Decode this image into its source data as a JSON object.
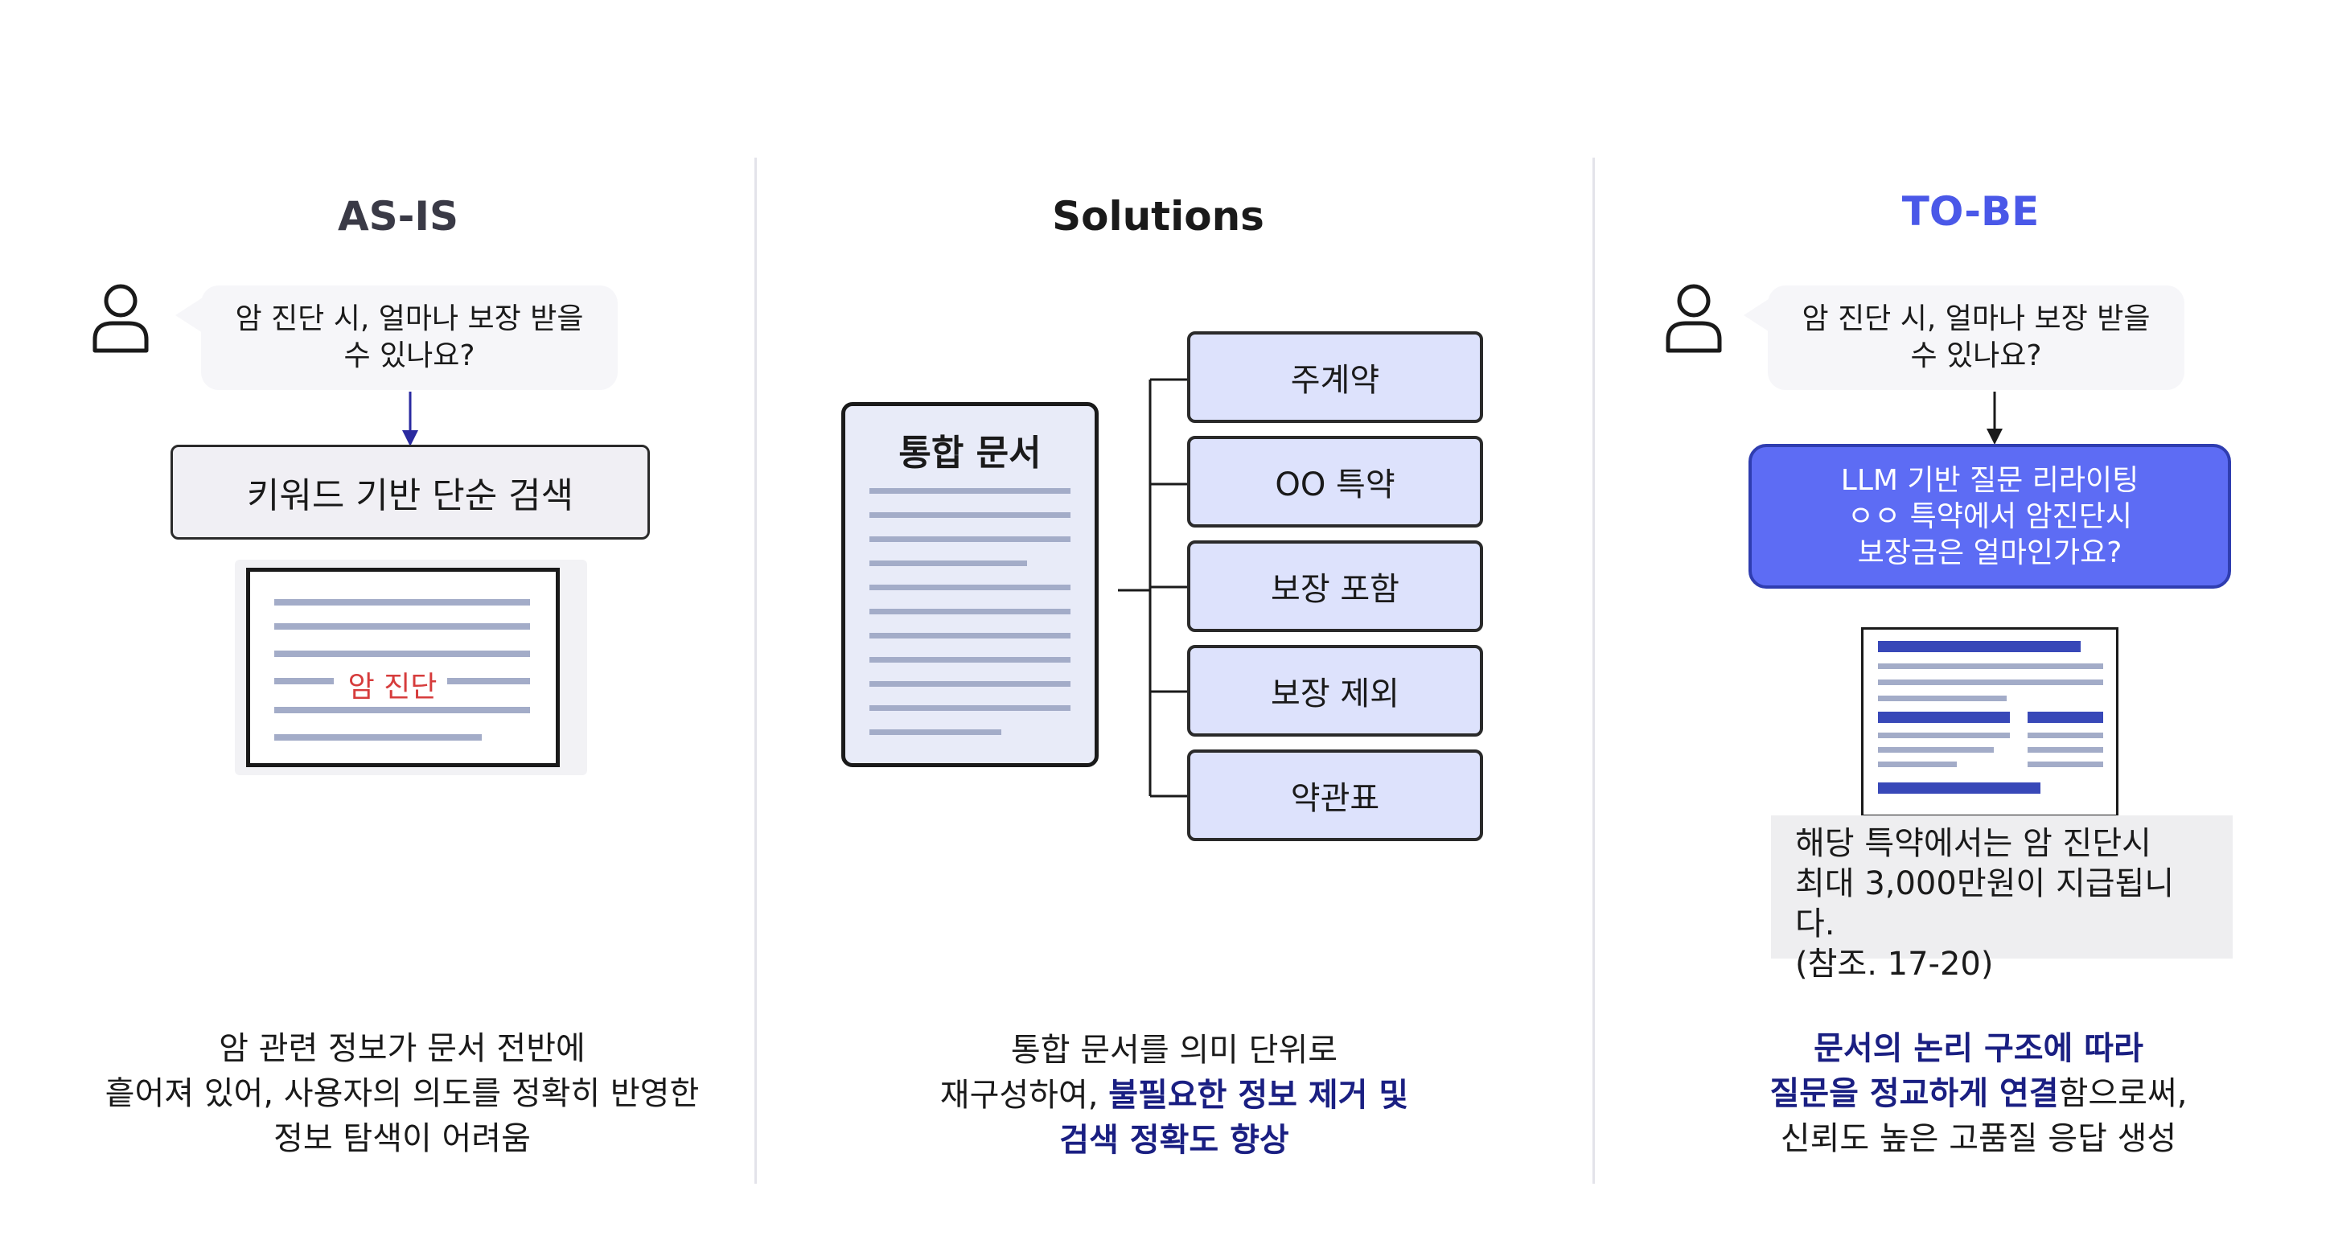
{
  "columns": {
    "asis": {
      "title": "AS-IS",
      "question_line1": "암 진단 시, 얼마나 보장 받을",
      "question_line2": "수 있나요?",
      "keyword_search": "키워드 기반 단순 검색",
      "highlight": "암 진단",
      "desc_line1": "암 관련 정보가 문서 전반에",
      "desc_line2": "흩어져 있어, 사용자의 의도를 정확히 반영한",
      "desc_line3": "정보 탐색이 어려움"
    },
    "solutions": {
      "title": "Solutions",
      "doc_title": "통합 문서",
      "chips": [
        "주계약",
        "OO 특약",
        "보장 포함",
        "보장 제외",
        "약관표"
      ],
      "desc_line1": "통합 문서를 의미 단위로",
      "desc_line2_plain": "재구성하여, ",
      "desc_line2_strong": "불필요한 정보 제거 및",
      "desc_line3_strong": "검색 정확도 향상"
    },
    "tobe": {
      "title": "TO-BE",
      "question_line1": "암 진단 시, 얼마나 보장 받을",
      "question_line2": "수 있나요?",
      "llm_line1": "LLM 기반 질문 리라이팅",
      "llm_line2": "ㅇㅇ 특약에서 암진단시",
      "llm_line3": "보장금은 얼마인가요?",
      "answer_line1": "해당 특약에서는 암 진단시",
      "answer_line2": "최대 3,000만원이 지급됩니다.",
      "answer_line3": "(참조. 17-20)",
      "desc_line1_strong": "문서의 논리 구조에 따라",
      "desc_line2_strong": "질문을 정교하게 연결",
      "desc_line2_plain": "함으로써,",
      "desc_line3": "신뢰도 높은 고품질 응답 생성"
    }
  },
  "colors": {
    "title_tobe": "#4a58e8",
    "accent_text": "#1a1f82",
    "chip_fill": "#dde2fc",
    "llm_fill": "#5d6cf4",
    "doc_line": "#a3acc8",
    "tobe_doc_bar": "#3848b8",
    "highlight_text": "#d63c3c"
  },
  "icons": [
    "user-icon",
    "document-icon"
  ]
}
